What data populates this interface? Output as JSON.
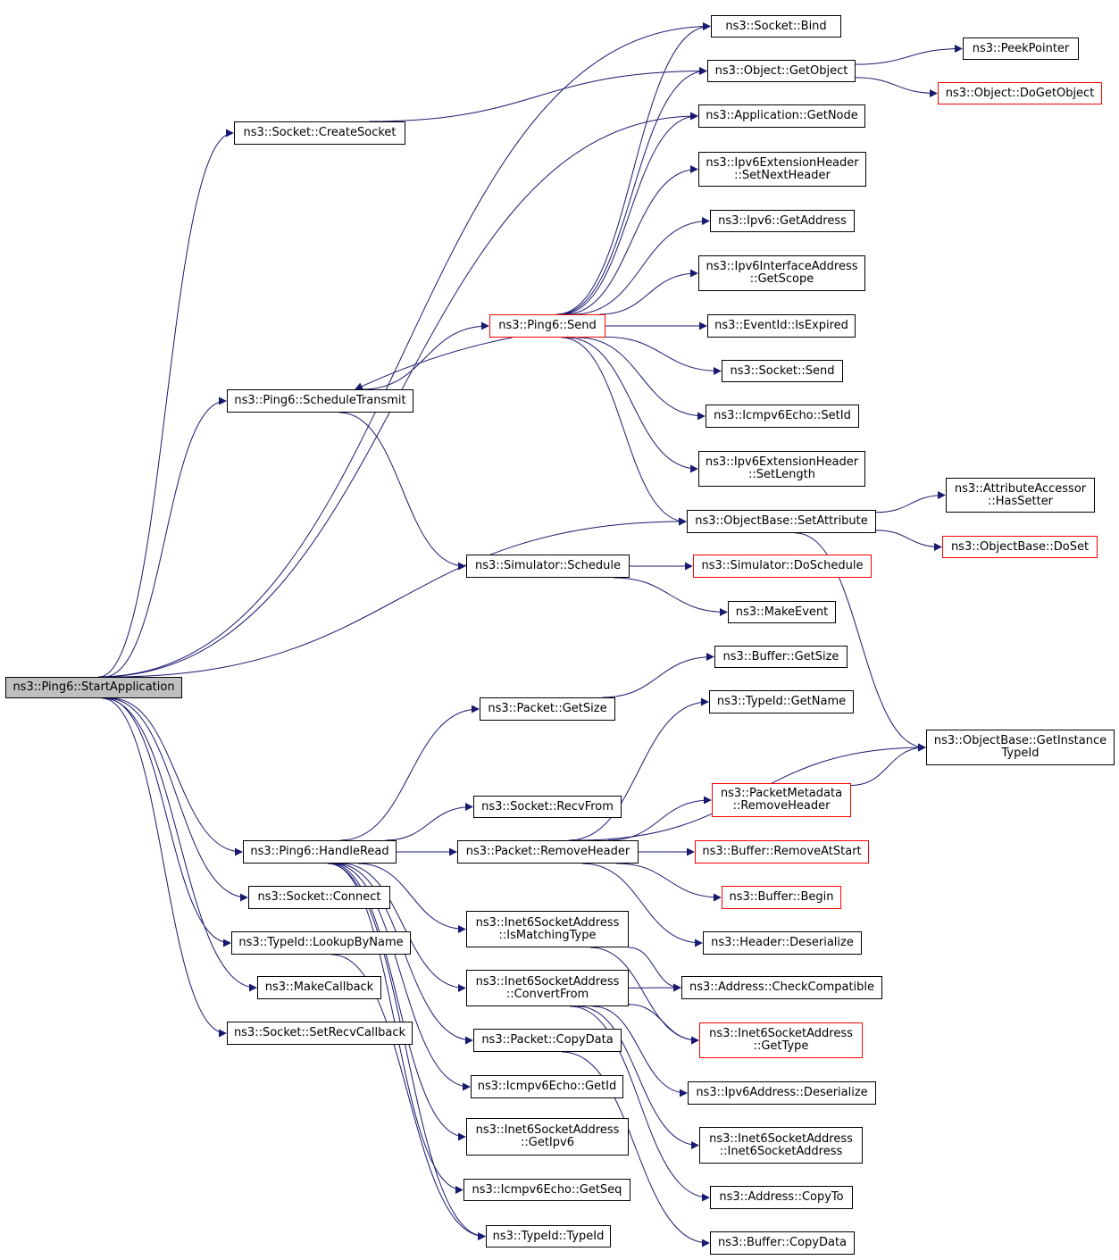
{
  "diagram": {
    "edge_color": "#191970",
    "border_color": "#000000",
    "incomplete_border_color": "#ff0000",
    "root_fill": "#bfbfbf"
  },
  "nodes": [
    {
      "id": "start",
      "label": "ns3::Ping6::StartApplication",
      "style": "root"
    },
    {
      "id": "bind",
      "label": "ns3::Socket::Bind",
      "style": "normal"
    },
    {
      "id": "getobject",
      "label": "ns3::Object::GetObject",
      "style": "normal"
    },
    {
      "id": "peekpointer",
      "label": "ns3::PeekPointer",
      "style": "normal"
    },
    {
      "id": "dogetobject",
      "label": "ns3::Object::DoGetObject",
      "style": "red"
    },
    {
      "id": "createsocket",
      "label": "ns3::Socket::CreateSocket",
      "style": "normal"
    },
    {
      "id": "getnode",
      "label": "ns3::Application::GetNode",
      "style": "normal"
    },
    {
      "id": "setnextheader",
      "label": "ns3::Ipv6ExtensionHeader\n::SetNextHeader",
      "style": "normal"
    },
    {
      "id": "ipv6getaddress",
      "label": "ns3::Ipv6::GetAddress",
      "style": "normal"
    },
    {
      "id": "getscope",
      "label": "ns3::Ipv6InterfaceAddress\n::GetScope",
      "style": "normal"
    },
    {
      "id": "send",
      "label": "ns3::Ping6::Send",
      "style": "red"
    },
    {
      "id": "isexpired",
      "label": "ns3::EventId::IsExpired",
      "style": "normal"
    },
    {
      "id": "socketsend",
      "label": "ns3::Socket::Send",
      "style": "normal"
    },
    {
      "id": "scheduletransmit",
      "label": "ns3::Ping6::ScheduleTransmit",
      "style": "normal"
    },
    {
      "id": "setid",
      "label": "ns3::Icmpv6Echo::SetId",
      "style": "normal"
    },
    {
      "id": "setlength",
      "label": "ns3::Ipv6ExtensionHeader\n::SetLength",
      "style": "normal"
    },
    {
      "id": "hassetter",
      "label": "ns3::AttributeAccessor\n::HasSetter",
      "style": "normal"
    },
    {
      "id": "setattribute",
      "label": "ns3::ObjectBase::SetAttribute",
      "style": "normal"
    },
    {
      "id": "doset",
      "label": "ns3::ObjectBase::DoSet",
      "style": "red"
    },
    {
      "id": "schedule",
      "label": "ns3::Simulator::Schedule",
      "style": "normal"
    },
    {
      "id": "doschedule",
      "label": "ns3::Simulator::DoSchedule",
      "style": "red"
    },
    {
      "id": "makeevent",
      "label": "ns3::MakeEvent",
      "style": "normal"
    },
    {
      "id": "buffergetsize",
      "label": "ns3::Buffer::GetSize",
      "style": "normal"
    },
    {
      "id": "packetgetsize",
      "label": "ns3::Packet::GetSize",
      "style": "normal"
    },
    {
      "id": "typeidgetname",
      "label": "ns3::TypeId::GetName",
      "style": "normal"
    },
    {
      "id": "getinstancetypeid",
      "label": "ns3::ObjectBase::GetInstance\nTypeId",
      "style": "normal"
    },
    {
      "id": "metaremoveheader",
      "label": "ns3::PacketMetadata\n::RemoveHeader",
      "style": "red"
    },
    {
      "id": "recvfrom",
      "label": "ns3::Socket::RecvFrom",
      "style": "normal"
    },
    {
      "id": "handleread",
      "label": "ns3::Ping6::HandleRead",
      "style": "normal"
    },
    {
      "id": "removeheader",
      "label": "ns3::Packet::RemoveHeader",
      "style": "normal"
    },
    {
      "id": "removeatstart",
      "label": "ns3::Buffer::RemoveAtStart",
      "style": "red"
    },
    {
      "id": "socketconnect",
      "label": "ns3::Socket::Connect",
      "style": "normal"
    },
    {
      "id": "begin",
      "label": "ns3::Buffer::Begin",
      "style": "red"
    },
    {
      "id": "ismatchingtype",
      "label": "ns3::Inet6SocketAddress\n::IsMatchingType",
      "style": "normal"
    },
    {
      "id": "lookupbyname",
      "label": "ns3::TypeId::LookupByName",
      "style": "normal"
    },
    {
      "id": "deserialize",
      "label": "ns3::Header::Deserialize",
      "style": "normal"
    },
    {
      "id": "convertfrom",
      "label": "ns3::Inet6SocketAddress\n::ConvertFrom",
      "style": "normal"
    },
    {
      "id": "makecallback",
      "label": "ns3::MakeCallback",
      "style": "normal"
    },
    {
      "id": "checkcompatible",
      "label": "ns3::Address::CheckCompatible",
      "style": "normal"
    },
    {
      "id": "inetgettype",
      "label": "ns3::Inet6SocketAddress\n::GetType",
      "style": "red"
    },
    {
      "id": "setrecvcallback",
      "label": "ns3::Socket::SetRecvCallback",
      "style": "normal"
    },
    {
      "id": "copydata",
      "label": "ns3::Packet::CopyData",
      "style": "normal"
    },
    {
      "id": "getid",
      "label": "ns3::Icmpv6Echo::GetId",
      "style": "normal"
    },
    {
      "id": "ipv6deserialize",
      "label": "ns3::Ipv6Address::Deserialize",
      "style": "normal"
    },
    {
      "id": "getipv6",
      "label": "ns3::Inet6SocketAddress\n::GetIpv6",
      "style": "normal"
    },
    {
      "id": "inetctor",
      "label": "ns3::Inet6SocketAddress\n::Inet6SocketAddress",
      "style": "normal"
    },
    {
      "id": "getseq",
      "label": "ns3::Icmpv6Echo::GetSeq",
      "style": "normal"
    },
    {
      "id": "copyto",
      "label": "ns3::Address::CopyTo",
      "style": "normal"
    },
    {
      "id": "typeidctor",
      "label": "ns3::TypeId::TypeId",
      "style": "normal"
    },
    {
      "id": "buffercopydata",
      "label": "ns3::Buffer::CopyData",
      "style": "normal"
    }
  ],
  "edges": [
    {
      "from": "start",
      "to": "bind"
    },
    {
      "from": "start",
      "to": "createsocket"
    },
    {
      "from": "start",
      "to": "getnode"
    },
    {
      "from": "start",
      "to": "scheduletransmit"
    },
    {
      "from": "start",
      "to": "setattribute"
    },
    {
      "from": "start",
      "to": "handleread"
    },
    {
      "from": "start",
      "to": "socketconnect"
    },
    {
      "from": "start",
      "to": "lookupbyname"
    },
    {
      "from": "start",
      "to": "makecallback"
    },
    {
      "from": "start",
      "to": "setrecvcallback"
    },
    {
      "from": "createsocket",
      "to": "getobject"
    },
    {
      "from": "getobject",
      "to": "peekpointer"
    },
    {
      "from": "getobject",
      "to": "dogetobject"
    },
    {
      "from": "scheduletransmit",
      "to": "send"
    },
    {
      "from": "scheduletransmit",
      "to": "schedule"
    },
    {
      "from": "send",
      "to": "bind"
    },
    {
      "from": "send",
      "to": "getobject"
    },
    {
      "from": "send",
      "to": "getnode"
    },
    {
      "from": "send",
      "to": "setnextheader"
    },
    {
      "from": "send",
      "to": "ipv6getaddress"
    },
    {
      "from": "send",
      "to": "getscope"
    },
    {
      "from": "send",
      "to": "isexpired"
    },
    {
      "from": "send",
      "to": "socketsend"
    },
    {
      "from": "send",
      "to": "setid"
    },
    {
      "from": "send",
      "to": "setlength"
    },
    {
      "from": "send",
      "to": "setattribute"
    },
    {
      "from": "send",
      "to": "scheduletransmit"
    },
    {
      "from": "setattribute",
      "to": "hassetter"
    },
    {
      "from": "setattribute",
      "to": "doset"
    },
    {
      "from": "setattribute",
      "to": "getinstancetypeid"
    },
    {
      "from": "schedule",
      "to": "doschedule"
    },
    {
      "from": "schedule",
      "to": "makeevent"
    },
    {
      "from": "packetgetsize",
      "to": "buffergetsize"
    },
    {
      "from": "handleread",
      "to": "packetgetsize"
    },
    {
      "from": "handleread",
      "to": "recvfrom"
    },
    {
      "from": "handleread",
      "to": "removeheader"
    },
    {
      "from": "handleread",
      "to": "ismatchingtype"
    },
    {
      "from": "handleread",
      "to": "convertfrom"
    },
    {
      "from": "handleread",
      "to": "copydata"
    },
    {
      "from": "handleread",
      "to": "getid"
    },
    {
      "from": "handleread",
      "to": "getipv6"
    },
    {
      "from": "handleread",
      "to": "getseq"
    },
    {
      "from": "handleread",
      "to": "typeidctor"
    },
    {
      "from": "removeheader",
      "to": "typeidgetname"
    },
    {
      "from": "removeheader",
      "to": "getinstancetypeid"
    },
    {
      "from": "removeheader",
      "to": "metaremoveheader"
    },
    {
      "from": "removeheader",
      "to": "removeatstart"
    },
    {
      "from": "removeheader",
      "to": "begin"
    },
    {
      "from": "removeheader",
      "to": "deserialize"
    },
    {
      "from": "metaremoveheader",
      "to": "getinstancetypeid"
    },
    {
      "from": "ismatchingtype",
      "to": "checkcompatible"
    },
    {
      "from": "ismatchingtype",
      "to": "inetgettype"
    },
    {
      "from": "convertfrom",
      "to": "checkcompatible"
    },
    {
      "from": "convertfrom",
      "to": "inetgettype"
    },
    {
      "from": "convertfrom",
      "to": "ipv6deserialize"
    },
    {
      "from": "convertfrom",
      "to": "inetctor"
    },
    {
      "from": "convertfrom",
      "to": "copyto"
    },
    {
      "from": "lookupbyname",
      "to": "typeidctor"
    },
    {
      "from": "copydata",
      "to": "buffercopydata"
    }
  ]
}
